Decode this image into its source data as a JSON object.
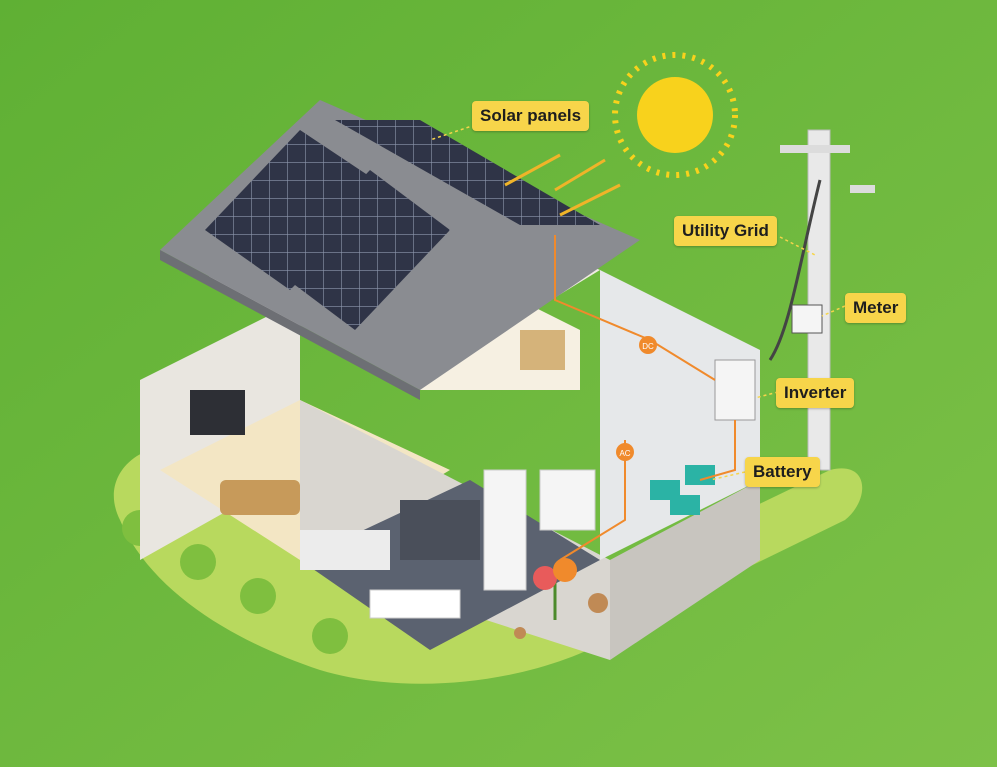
{
  "labels": {
    "solar_panels": "Solar panels",
    "utility_grid": "Utility Grid",
    "meter": "Meter",
    "inverter": "Inverter",
    "battery": "Battery"
  },
  "connector_text": {
    "dc": "DC",
    "ac": "AC"
  },
  "colors": {
    "background": "#6fb83a",
    "ground": "#b8d95e",
    "label_bg": "#f7d54a",
    "sun": "#f8d21c",
    "wire": "#f08a2c",
    "roof": "#8a8c91",
    "panel": "#2f3447"
  }
}
